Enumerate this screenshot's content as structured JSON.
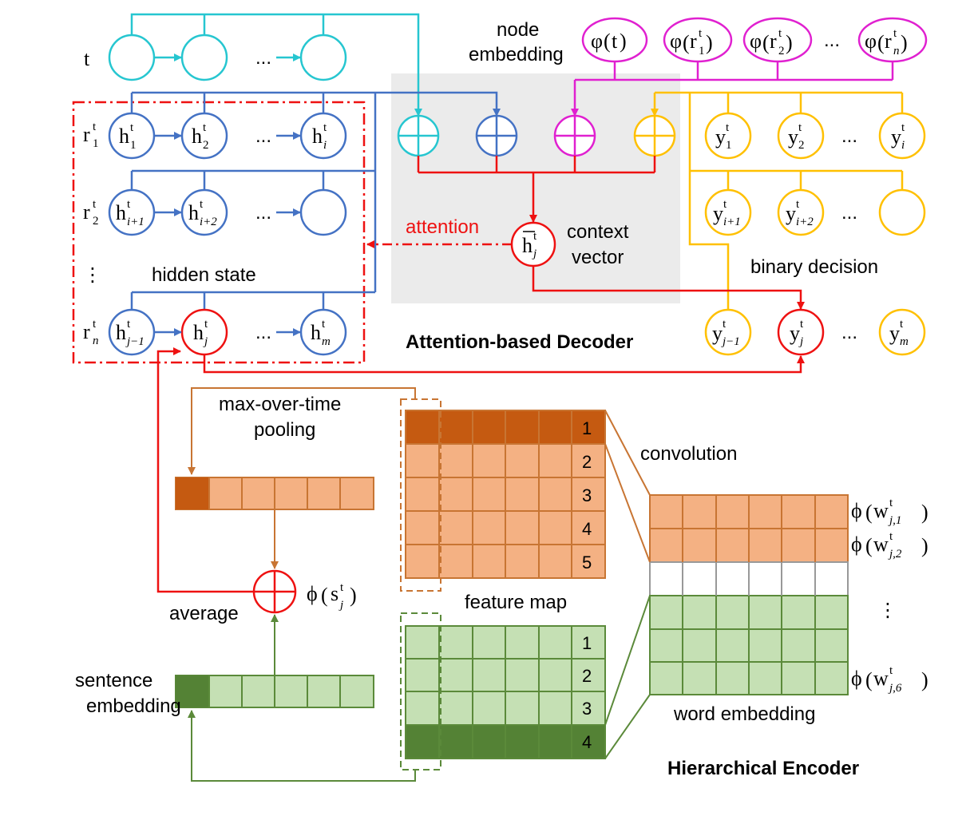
{
  "labels": {
    "t": "t",
    "node_embedding_1": "node",
    "node_embedding_2": "embedding",
    "attention": "attention",
    "context_vector_1": "context",
    "context_vector_2": "vector",
    "hidden_state": "hidden state",
    "binary_decision": "binary decision",
    "attention_decoder": "Attention-based Decoder",
    "max_pooling_1": "max-over-time",
    "max_pooling_2": "pooling",
    "convolution": "convolution",
    "feature_map": "feature map",
    "average": "average",
    "sentence_embedding_1": "sentence",
    "sentence_embedding_2": "embedding",
    "word_embedding": "word embedding",
    "hierarchical_encoder": "Hierarchical Encoder",
    "ellipsis": "...",
    "vdots": "⋮"
  },
  "symbols": {
    "phi": "φ",
    "phi_small": "ϕ",
    "h": "h",
    "y": "y",
    "r": "r",
    "t_sup": "t",
    "w": "w",
    "s": "s",
    "paren_l": "(",
    "paren_r": ")"
  },
  "subscripts": {
    "r1": "1",
    "r2": "2",
    "rn": "n",
    "h1": "1",
    "h2": "2",
    "hi": "i",
    "hi1": "i+1",
    "hi2": "i+2",
    "hj1": "j−1",
    "hj": "j",
    "hm": "m",
    "y1": "1",
    "y2": "2",
    "yi": "i",
    "yi1": "i+1",
    "yi2": "i+2",
    "yj1": "j−1",
    "yj": "j",
    "ym": "m",
    "w1": "j,1",
    "w2": "j,2",
    "w6": "j,6",
    "sj": "j"
  },
  "feature_map_top_rows": [
    "1",
    "2",
    "3",
    "4",
    "5"
  ],
  "feature_map_bottom_rows": [
    "1",
    "2",
    "3",
    "4"
  ],
  "colors": {
    "cyan": "#26c6d0",
    "blue": "#4472c4",
    "magenta": "#e020d0",
    "gold": "#ffc000",
    "red": "#ee1111",
    "orange_dark": "#c55a11",
    "orange_light": "#f4b183",
    "orange_line": "#c87533",
    "green_dark": "#548235",
    "green_light": "#c5e0b4",
    "green_line": "#5b8a3a",
    "panel_gray": "#ebebeb"
  }
}
